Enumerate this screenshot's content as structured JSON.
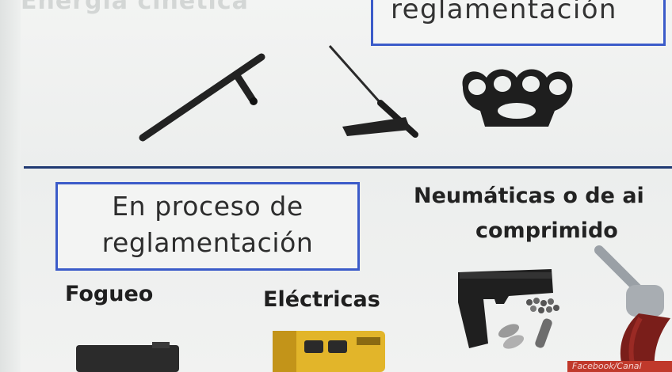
{
  "top": {
    "cut_title": "Energía cinética",
    "box_label": "reglamentación"
  },
  "middle": {
    "box_line1": "En proceso de",
    "box_line2": "reglamentación"
  },
  "categories": {
    "fogueo": "Fogueo",
    "electricas": "Eléctricas",
    "neumaticas_line1": "Neumáticas o de ai",
    "neumaticas_line2": "comprimido"
  },
  "watermark": "Facebook/Canal",
  "icons": [
    "police-baton-icon",
    "expandable-baton-icon",
    "brass-knuckles-icon",
    "blank-pistol-icon",
    "taser-icon",
    "air-pistol-icon",
    "pellets-icon",
    "co2-cartridges-icon",
    "air-revolver-icon"
  ],
  "colors": {
    "accent_blue": "#3b5bc9",
    "divider_navy": "#203a73",
    "taser_yellow": "#e2b52a"
  }
}
